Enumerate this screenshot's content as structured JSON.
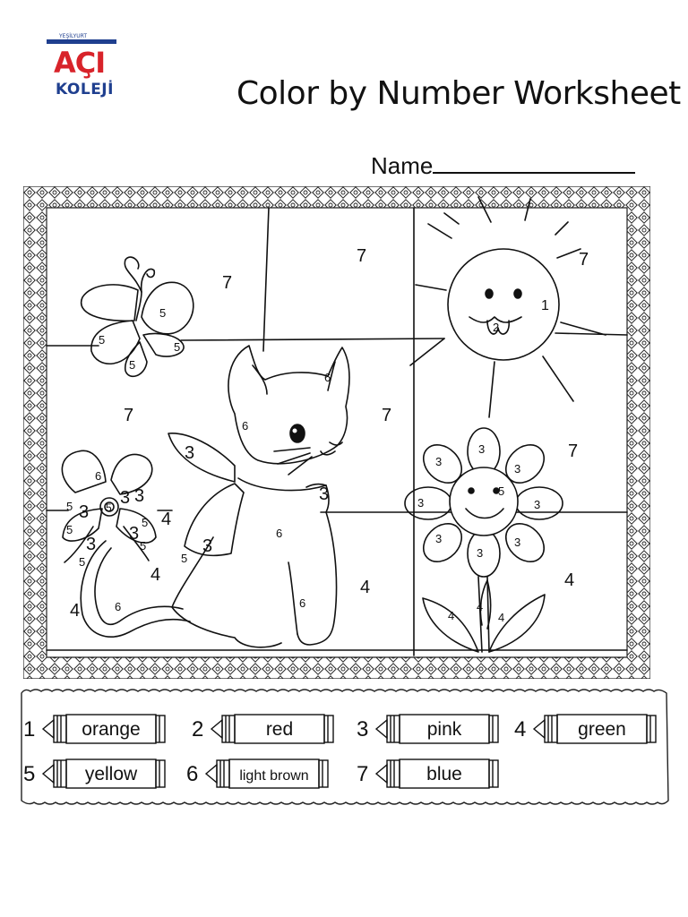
{
  "logo": {
    "small_text": "YEŞİLYURT",
    "main": "AÇI",
    "sub": "KOLEJİ",
    "brand_red": "#d8232a",
    "brand_blue": "#1f3f8f"
  },
  "header": {
    "title": "Color by Number Worksheet",
    "name_label": "Name"
  },
  "regions": {
    "sky_left": "7",
    "sky_middle": "7",
    "sky_right": "7",
    "mid_left": "7",
    "mid_right": "7",
    "right_of_flower": "7",
    "ground_left": "4",
    "ground_mid": "4",
    "ground_right": "4",
    "bow_ground": "4",
    "bow_lower": "4"
  },
  "butterfly": {
    "w1": "5",
    "w2": "5",
    "w3": "5",
    "w4": "5"
  },
  "sun": {
    "face": "1",
    "tongue": "2"
  },
  "cat": {
    "head": "6",
    "face": "6",
    "body": "6",
    "tail": "6",
    "leg": "6",
    "bow_top": "6",
    "bow_big": "3",
    "bow_scarf": "3",
    "scarf_end": "3",
    "scarf_tail": "5"
  },
  "toy_bow": {
    "l1": "3",
    "l2": "3",
    "l3": "3",
    "l4": "3",
    "l5": "3",
    "center": "5",
    "s1": "5",
    "s2": "5",
    "s3": "5",
    "s4": "5",
    "s5": "5"
  },
  "flower": {
    "p1": "3",
    "p2": "3",
    "p3": "3",
    "p4": "3",
    "p5": "3",
    "p6": "3",
    "p7": "3",
    "p8": "3",
    "center": "5",
    "leaf1": "4",
    "leaf2": "4",
    "leaf3": "4"
  },
  "key": [
    {
      "n": "1",
      "color": "orange"
    },
    {
      "n": "2",
      "color": "red"
    },
    {
      "n": "3",
      "color": "pink"
    },
    {
      "n": "4",
      "color": "green"
    },
    {
      "n": "5",
      "color": "yellow"
    },
    {
      "n": "6",
      "color": "light brown"
    },
    {
      "n": "7",
      "color": "blue"
    }
  ]
}
